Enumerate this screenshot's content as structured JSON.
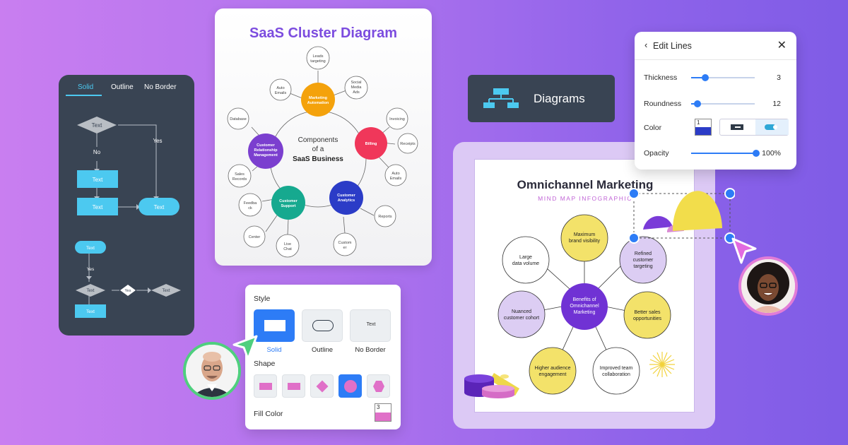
{
  "flowchart": {
    "tabs": [
      "Solid",
      "Outline",
      "No Border"
    ],
    "active_tab": "Solid",
    "node_text": "Text",
    "edge_no": "No",
    "edge_yes": "Yes"
  },
  "saas": {
    "title": "SaaS Cluster Diagram",
    "center": [
      "Components",
      "of a",
      "SaaS Business"
    ],
    "hubs": {
      "marketing": [
        "Marketing",
        "Automation"
      ],
      "billing": [
        "Billing"
      ],
      "crm": [
        "Customer",
        "Relationship",
        "Management"
      ],
      "support": [
        "Customer",
        "Support"
      ],
      "analytics": [
        "Customer",
        "Analytics"
      ]
    },
    "leaves": {
      "leads": [
        "Leads",
        "targeting"
      ],
      "auto_emails_top": [
        "Auto",
        "Emails"
      ],
      "social": [
        "Social",
        "Media",
        "Ads"
      ],
      "invoicing": [
        "Invoicing"
      ],
      "receipts": [
        "Receipts"
      ],
      "auto_emails_right": [
        "Auto",
        "Emails"
      ],
      "database": [
        "Database"
      ],
      "sales_records": [
        "Sales",
        "Records"
      ],
      "feedback": [
        "Feedba",
        "ck"
      ],
      "center": [
        "Center"
      ],
      "live_chat": [
        "Live",
        "Chat"
      ],
      "customer": [
        "Custom",
        "er"
      ],
      "reports": [
        "Reports"
      ]
    },
    "colors": {
      "marketing": "#f4a20c",
      "billing": "#f0375a",
      "crm": "#7b3fcf",
      "support": "#16a98f",
      "analytics": "#2b3cc7"
    }
  },
  "diagrams_button": {
    "label": "Diagrams"
  },
  "edit_lines": {
    "title": "Edit Lines",
    "back_icon": "chevron-left-icon",
    "close_icon": "close-icon",
    "thickness": {
      "label": "Thickness",
      "value": "3",
      "fraction": 0.22
    },
    "roundness": {
      "label": "Roundness",
      "value": "12",
      "fraction": 0.1
    },
    "color": {
      "label": "Color",
      "swatch_num": "1",
      "swatch_color": "#2b3cc7"
    },
    "opacity": {
      "label": "Opacity",
      "value": "100%",
      "fraction": 1.0
    }
  },
  "omni": {
    "title": "Omnichannel Marketing",
    "subtitle": "MIND MAP INFOGRAPHIC",
    "center": [
      "Benefits of",
      "Omnichannel",
      "Marketing"
    ],
    "nodes": {
      "brand": [
        "Maximum",
        "brand visibility"
      ],
      "large": [
        "Large",
        "data volume"
      ],
      "refined": [
        "Refined",
        "customer",
        "targeting"
      ],
      "nuanced": [
        "Nuanced",
        "customer cohort"
      ],
      "sales": [
        "Better sales",
        "opportunities"
      ],
      "engagement": [
        "Higher audience",
        "engagement"
      ],
      "team": [
        "Improved team",
        "collaboration"
      ]
    }
  },
  "style_panel": {
    "style_label": "Style",
    "options": [
      "Solid",
      "Outline",
      "No Border"
    ],
    "selected": "Solid",
    "no_border_preview": "Text",
    "shape_label": "Shape",
    "fill_label": "Fill Color",
    "fill_num": "3",
    "fill_color": "#e070c8"
  }
}
